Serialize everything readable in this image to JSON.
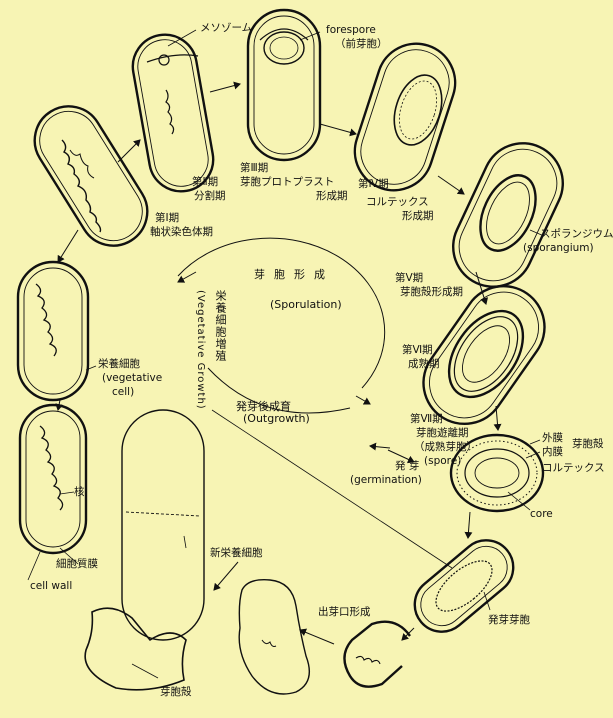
{
  "colors": {
    "background": "#f7f4b4",
    "ink": "#111111"
  },
  "labels": {
    "mesosome": "メソゾーム",
    "forespore_en": "forespore",
    "forespore_ja": "（前芽胞）",
    "stage1_a": "第Ⅰ期",
    "stage1_b": "軸状染色体期",
    "stage2_a": "第Ⅱ期",
    "stage2_b": "分割期",
    "stage3_a": "第Ⅲ期",
    "stage3_b": "芽胞プロトプラスト",
    "stage4_a": "第Ⅳ期",
    "stage4_b": "形成期",
    "stage4_c": "コルテックス",
    "stage4_d": "形成期",
    "sporangium_ja": "スポランジウム",
    "sporangium_en": "(sporangium)",
    "stage5_a": "第Ⅴ期",
    "stage5_b": "芽胞殻形成期",
    "stage6_a": "第Ⅵ期",
    "stage6_b": "成熟期",
    "stage7_a": "第Ⅶ期",
    "stage7_b": "芽胞遊離期",
    "stage7_c": "（成熟芽胞）",
    "stage7_d": "(spore)",
    "outer_coat": "外膜",
    "inner_coat": "内膜",
    "spore_coat": "芽胞殻",
    "cortex": "コルテックス",
    "core": "core",
    "germination_ja": "発 芽",
    "germination_en": "(germination)",
    "germinated_spore": "発芽芽胞",
    "emergence": "出芽口形成",
    "new_vegetative": "新栄養細胞",
    "spore_shell": "芽胞殻",
    "vegetative_cell_ja": "栄養細胞",
    "vegetative_cell_en1": "(vegetative",
    "vegetative_cell_en2": "cell)",
    "nucleus": "核",
    "cell_membrane": "細胞質膜",
    "cell_wall": "cell wall"
  },
  "cycle": {
    "sporulation_ja": "芽胞形成",
    "sporulation_en": "(Sporulation)",
    "vegetative_ja": "栄養細胞増殖",
    "vegetative_en": "(Vegetative Growth)",
    "outgrowth_ja": "発芽後成育",
    "outgrowth_en": "(Outgrowth)"
  },
  "icons": [
    "arrow-icon"
  ]
}
